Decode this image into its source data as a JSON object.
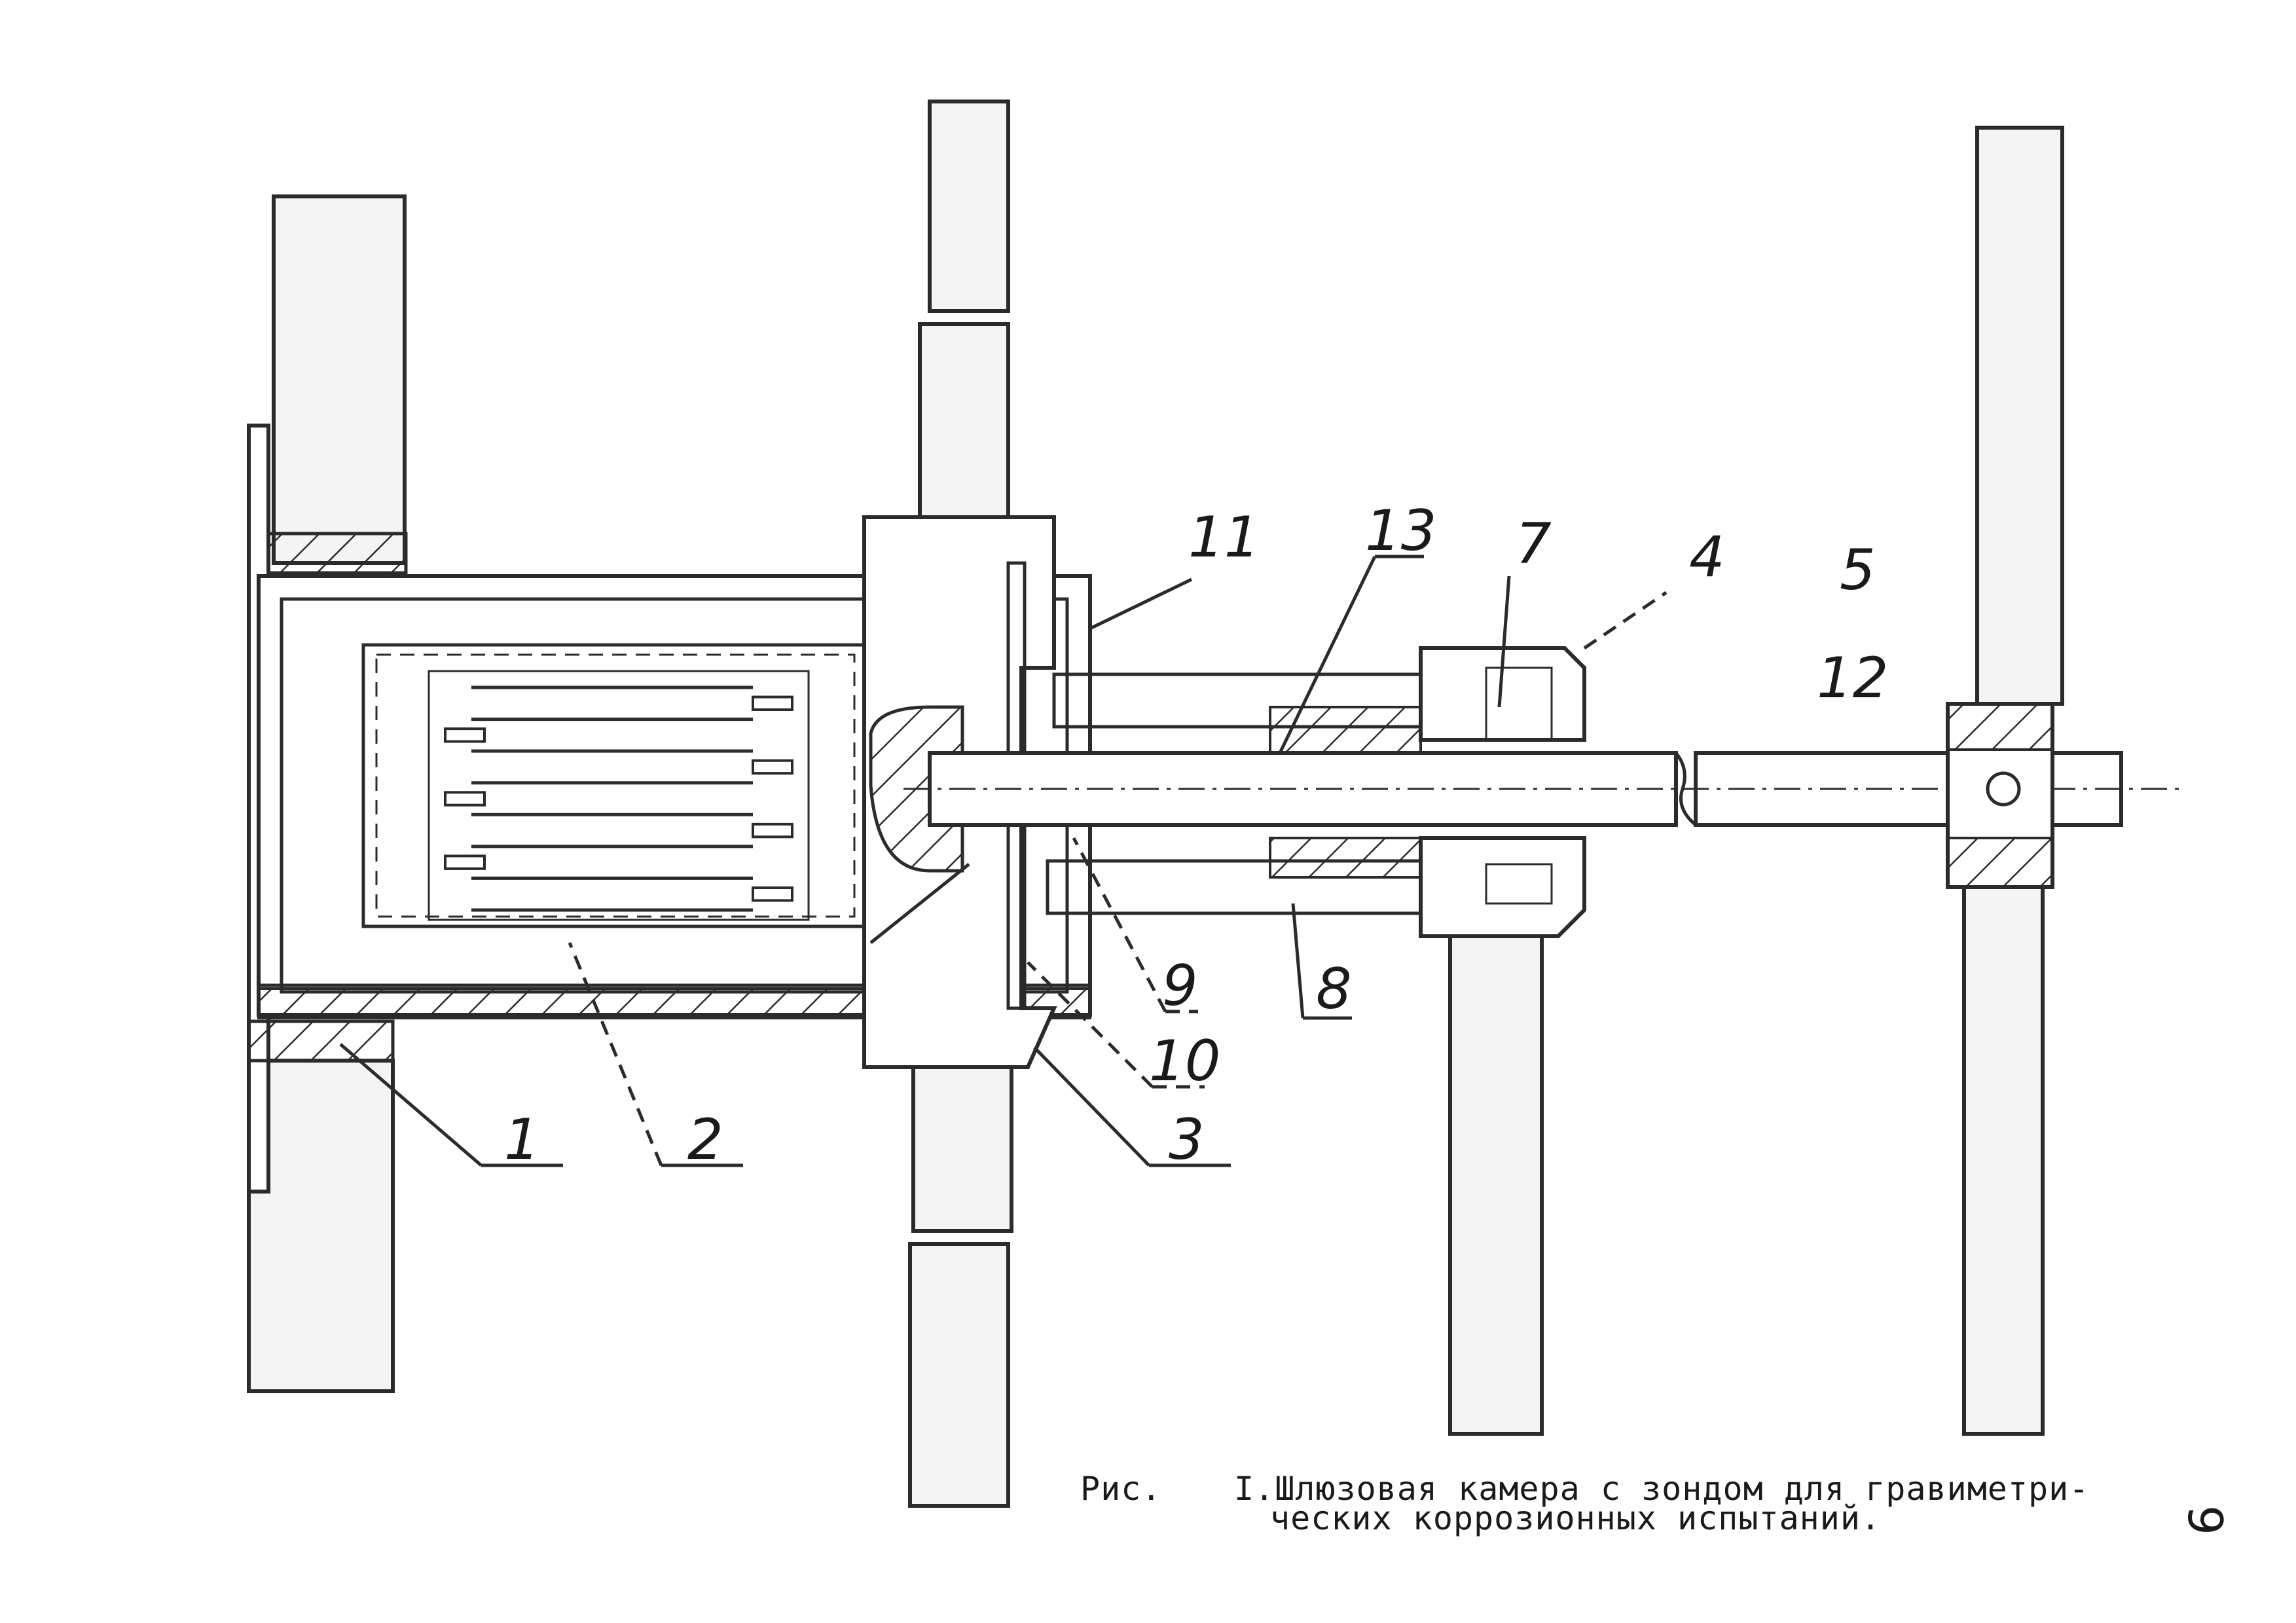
{
  "callouts": {
    "c1": "1",
    "c2": "2",
    "c3": "3",
    "c4": "4",
    "c5": "5",
    "c7": "7",
    "c8": "8",
    "c9": "9",
    "c10": "10",
    "c11": "11",
    "c12": "12",
    "c13": "13"
  },
  "caption": {
    "prefix": "Рис.",
    "line1": "I.Шлюзовая камера с зондом для гравиметри-",
    "line2": "ческих коррозионных испытаний."
  },
  "page_number": "9"
}
